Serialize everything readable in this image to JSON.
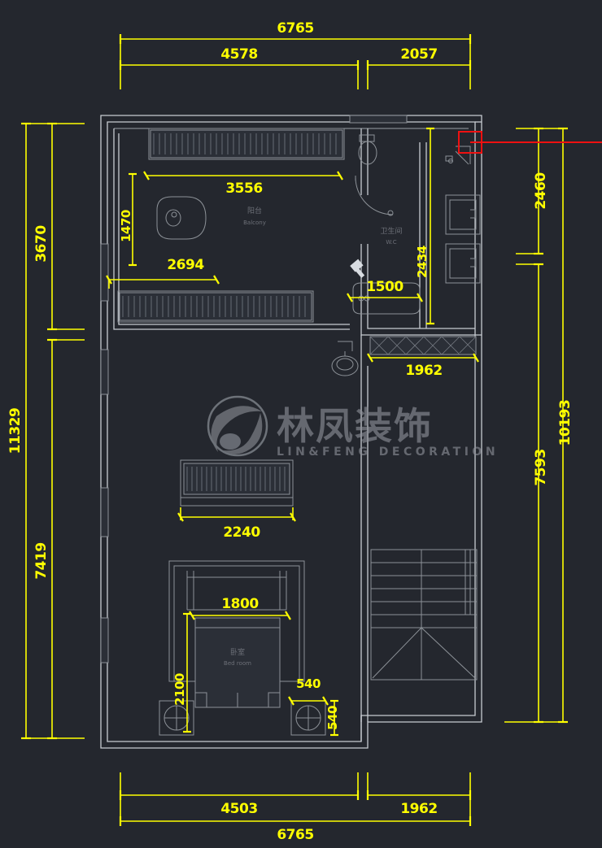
{
  "app": {
    "type": "cad-floorplan",
    "background_color": "#24272e",
    "dimension_color": "#ffff00",
    "wall_color": "#c8ccd2",
    "annotation_color": "#ee1111"
  },
  "watermark": {
    "cn": "林凤装饰",
    "en": "LIN&FENG DECORATION"
  },
  "dimensions": {
    "top": {
      "overall": "6765",
      "left_span": "4578",
      "right_span": "2057"
    },
    "bottom": {
      "overall": "6765",
      "left_span": "4503",
      "right_span": "1962"
    },
    "left": {
      "overall": "11329",
      "upper": "3670",
      "lower": "7419"
    },
    "right": {
      "overall": "10193",
      "upper": "2460",
      "lower": "7593"
    },
    "interior": {
      "balcony_width": "3556",
      "balcony_offset": "1470",
      "closet_run": "2694",
      "tub_length": "1500",
      "bath_depth": "2434",
      "kitchen_counter": "1962",
      "sofa_width": "2240",
      "bed_width": "1800",
      "bed_length": "2100",
      "nightstand_width": "540",
      "nightstand_depth": "540"
    }
  },
  "rooms": [
    {
      "id": "balcony",
      "cn": "阳台",
      "en": "Balcony"
    },
    {
      "id": "bathroom",
      "cn": "卫生间",
      "en": "W.C"
    },
    {
      "id": "bedroom",
      "cn": "卧室",
      "en": "Bed room"
    }
  ],
  "annotation": {
    "marker": "selection-box",
    "leader": "leader-line"
  }
}
